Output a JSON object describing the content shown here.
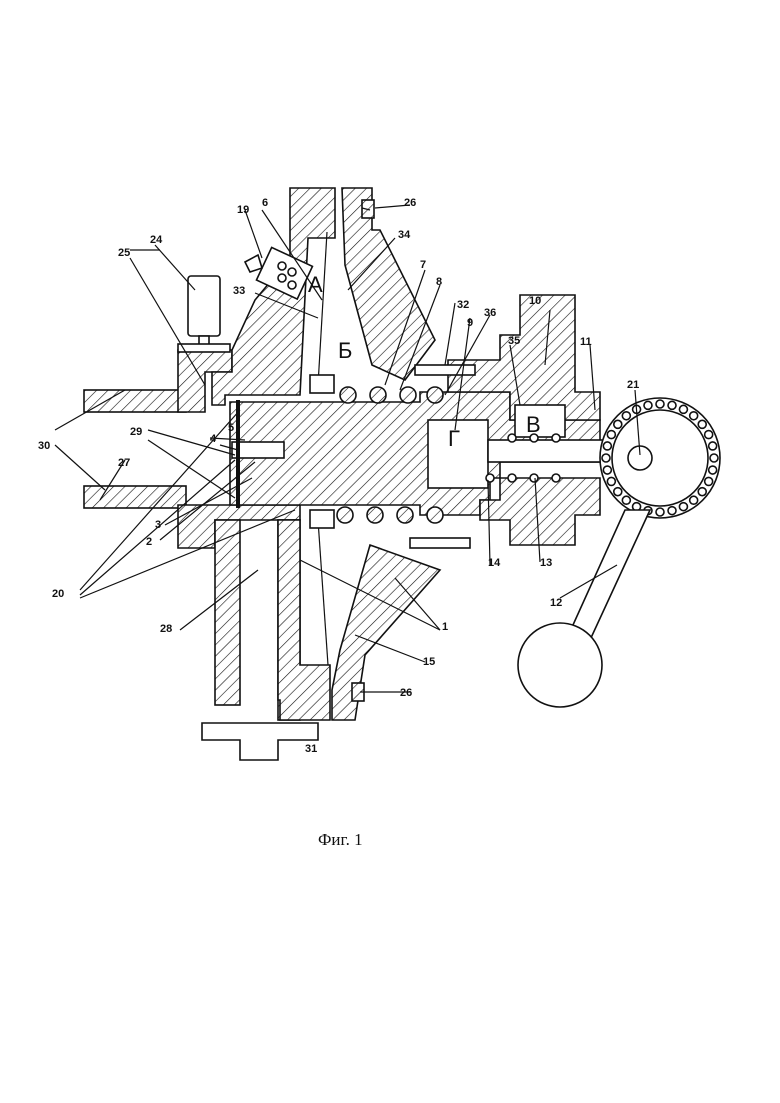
{
  "caption": "Фиг. 1",
  "zones": [
    "А",
    "Б",
    "В",
    "Г"
  ],
  "labels": [
    "1",
    "2",
    "3",
    "4",
    "5",
    "6",
    "7",
    "8",
    "9",
    "10",
    "11",
    "12",
    "13",
    "14",
    "15",
    "19",
    "20",
    "21",
    "24",
    "25",
    "26",
    "26",
    "27",
    "28",
    "29",
    "30",
    "31",
    "32",
    "33",
    "34",
    "35",
    "36"
  ]
}
